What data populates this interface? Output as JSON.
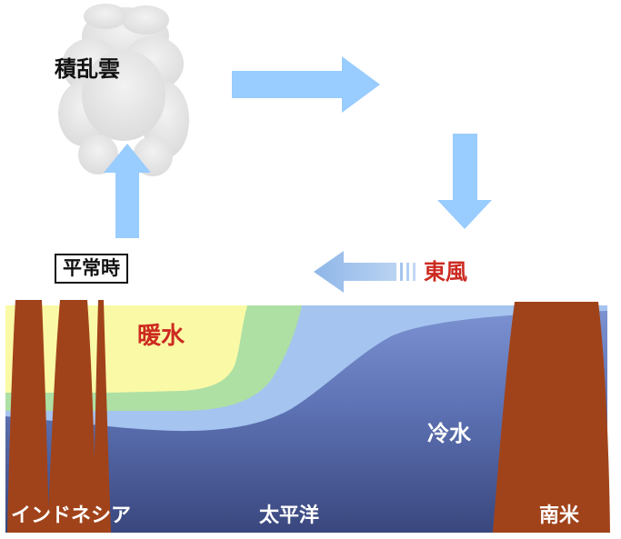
{
  "labels": {
    "cloud": "積乱雲",
    "normal_time": "平常時",
    "east_wind": "東風",
    "warm_water": "暖水",
    "cold_water": "冷水",
    "indonesia": "インドネシア",
    "pacific": "太平洋",
    "south_america": "南米"
  },
  "colors": {
    "arrow": "#99ccff",
    "land": "#a1431a",
    "warm_water": "#fafaa6",
    "green_band": "#aee0a4",
    "light_blue_band": "#a5c4ef",
    "deep_water_top": "#6f86c6",
    "deep_water_bottom": "#3e4c83",
    "label_red": "#cc2a20"
  }
}
